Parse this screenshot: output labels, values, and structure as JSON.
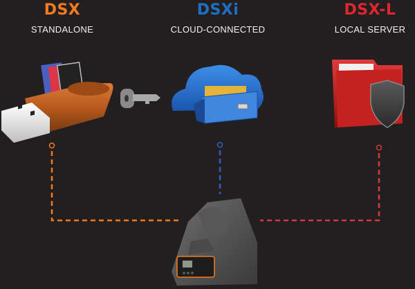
{
  "products": [
    {
      "name": "DSX",
      "subtitle": "STANDALONE",
      "color": "#f47b20",
      "icon": "usb-drive-with-folders-icon"
    },
    {
      "name": "DSXi",
      "subtitle": "CLOUD-CONNECTED",
      "color": "#1f6fc5",
      "icon": "cloud-file-drawer-icon"
    },
    {
      "name": "DSX-L",
      "subtitle": "LOCAL SERVER",
      "color": "#e0262e",
      "icon": "folder-shield-icon"
    }
  ],
  "hub": {
    "icon": "docking-station-icon"
  },
  "connector_key": {
    "icon": "key-icon"
  }
}
